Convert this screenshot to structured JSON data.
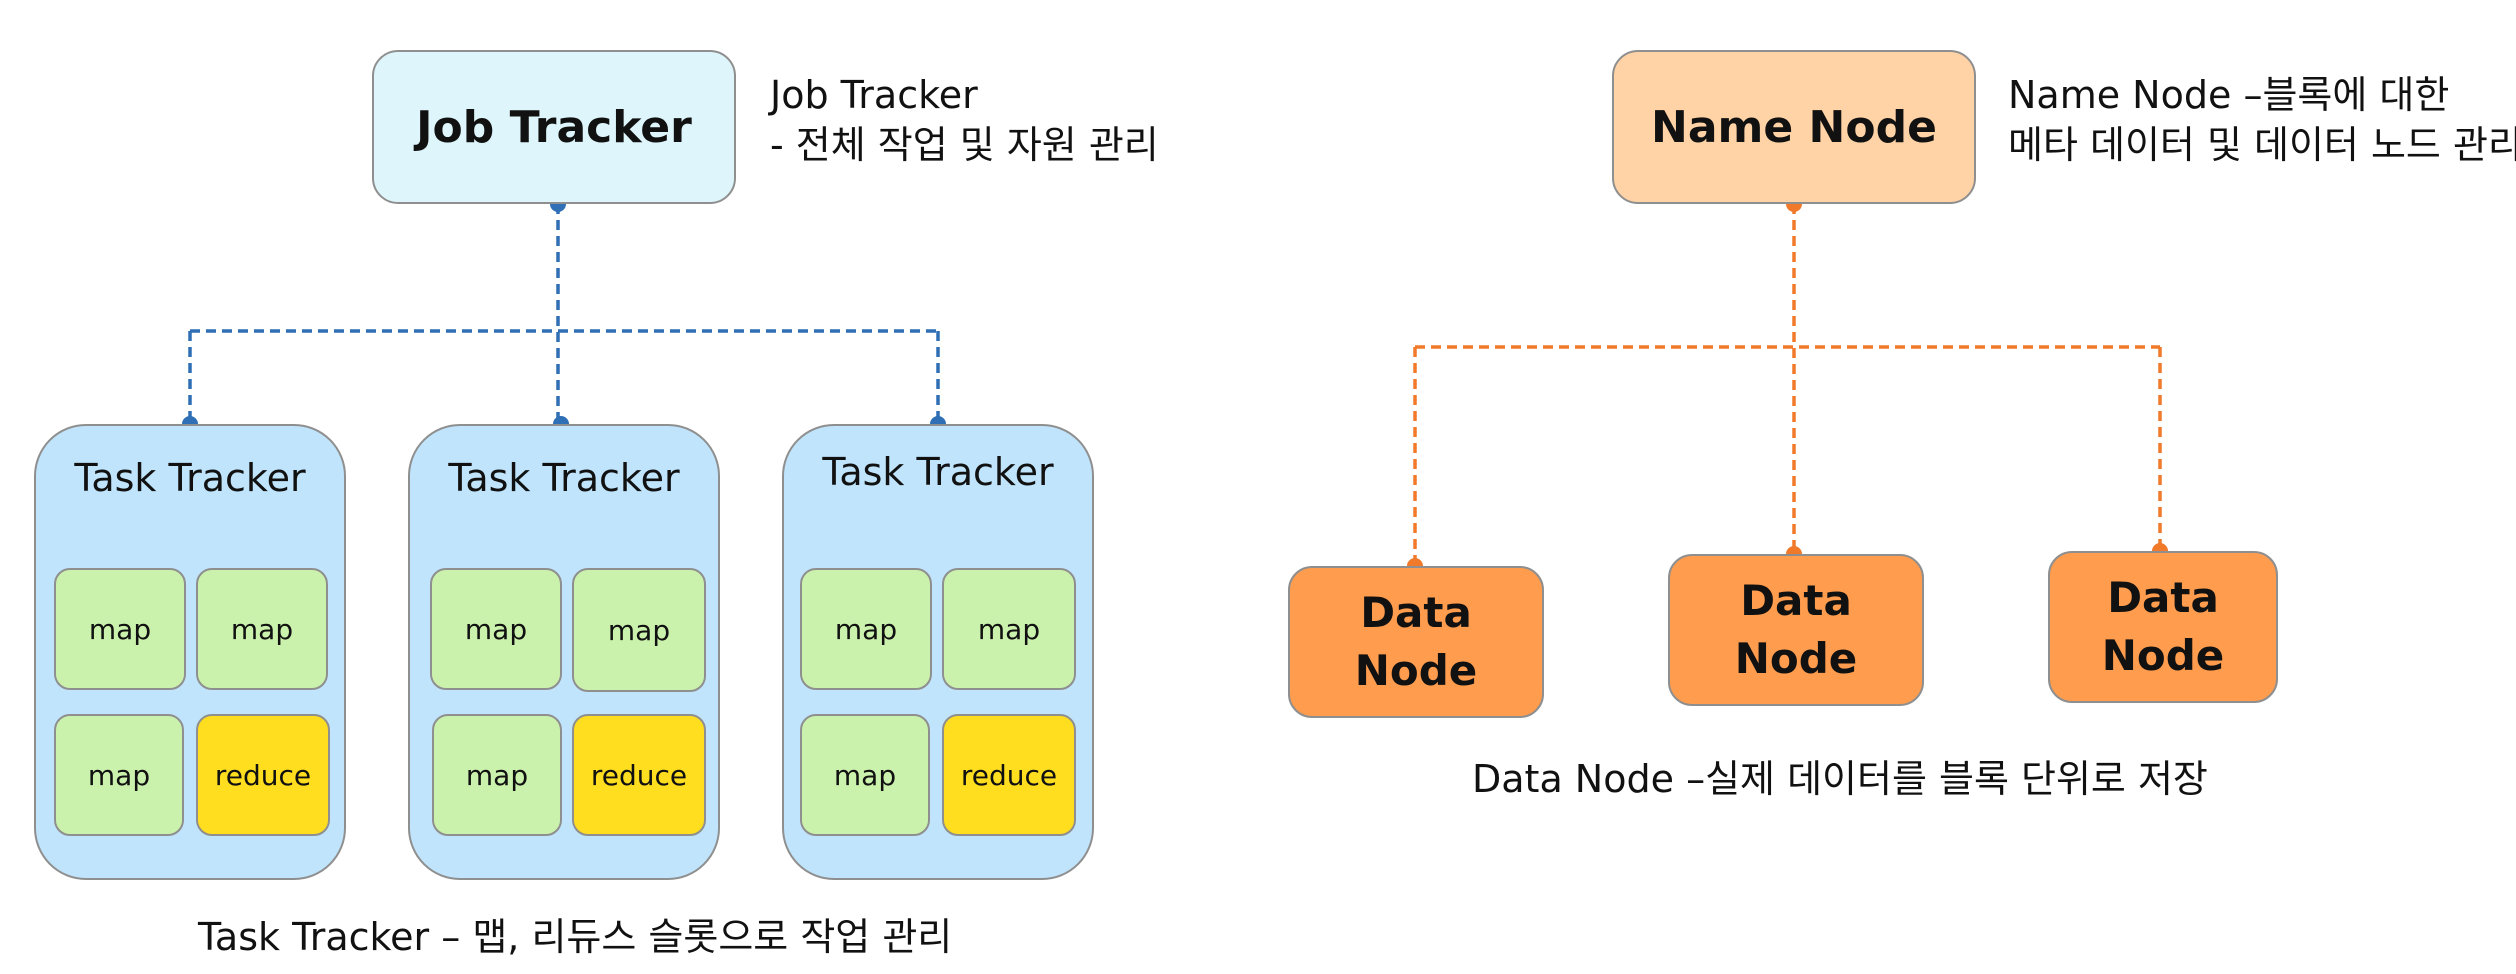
{
  "job_tracker": {
    "box_label": "Job Tracker",
    "desc_line1": "Job Tracker",
    "desc_line2": "- 전체 작업 및 자원 관리"
  },
  "task_trackers": [
    {
      "title": "Task Tracker",
      "slots": [
        "map",
        "map",
        "map",
        "reduce"
      ]
    },
    {
      "title": "Task Tracker",
      "slots": [
        "map",
        "map",
        "map",
        "reduce"
      ]
    },
    {
      "title": "Task Tracker",
      "slots": [
        "map",
        "map",
        "map",
        "reduce"
      ]
    }
  ],
  "task_tracker_caption": "Task Tracker – 맵, 리듀스 슬롯으로 작업 관리",
  "name_node": {
    "box_label": "Name Node",
    "desc_line1": "Name Node –블록에 대한",
    "desc_line2": "메타 데이터 및 데이터 노드 관리"
  },
  "data_nodes": [
    {
      "line1": "Data",
      "line2": "Node"
    },
    {
      "line1": "Data",
      "line2": "Node"
    },
    {
      "line1": "Data",
      "line2": "Node"
    }
  ],
  "data_node_caption": "Data Node –실제 데이터를 블록 단위로 저장",
  "colors": {
    "job_line": "#2e6fb5",
    "name_line": "#f07a2a",
    "job_box": "#def6fb",
    "tracker_fill": "#bfe4fb",
    "map_fill": "#cbf2ad",
    "reduce_fill": "#ffde1f",
    "name_box": "#ffd3a6",
    "data_box": "#ff9c4d"
  }
}
